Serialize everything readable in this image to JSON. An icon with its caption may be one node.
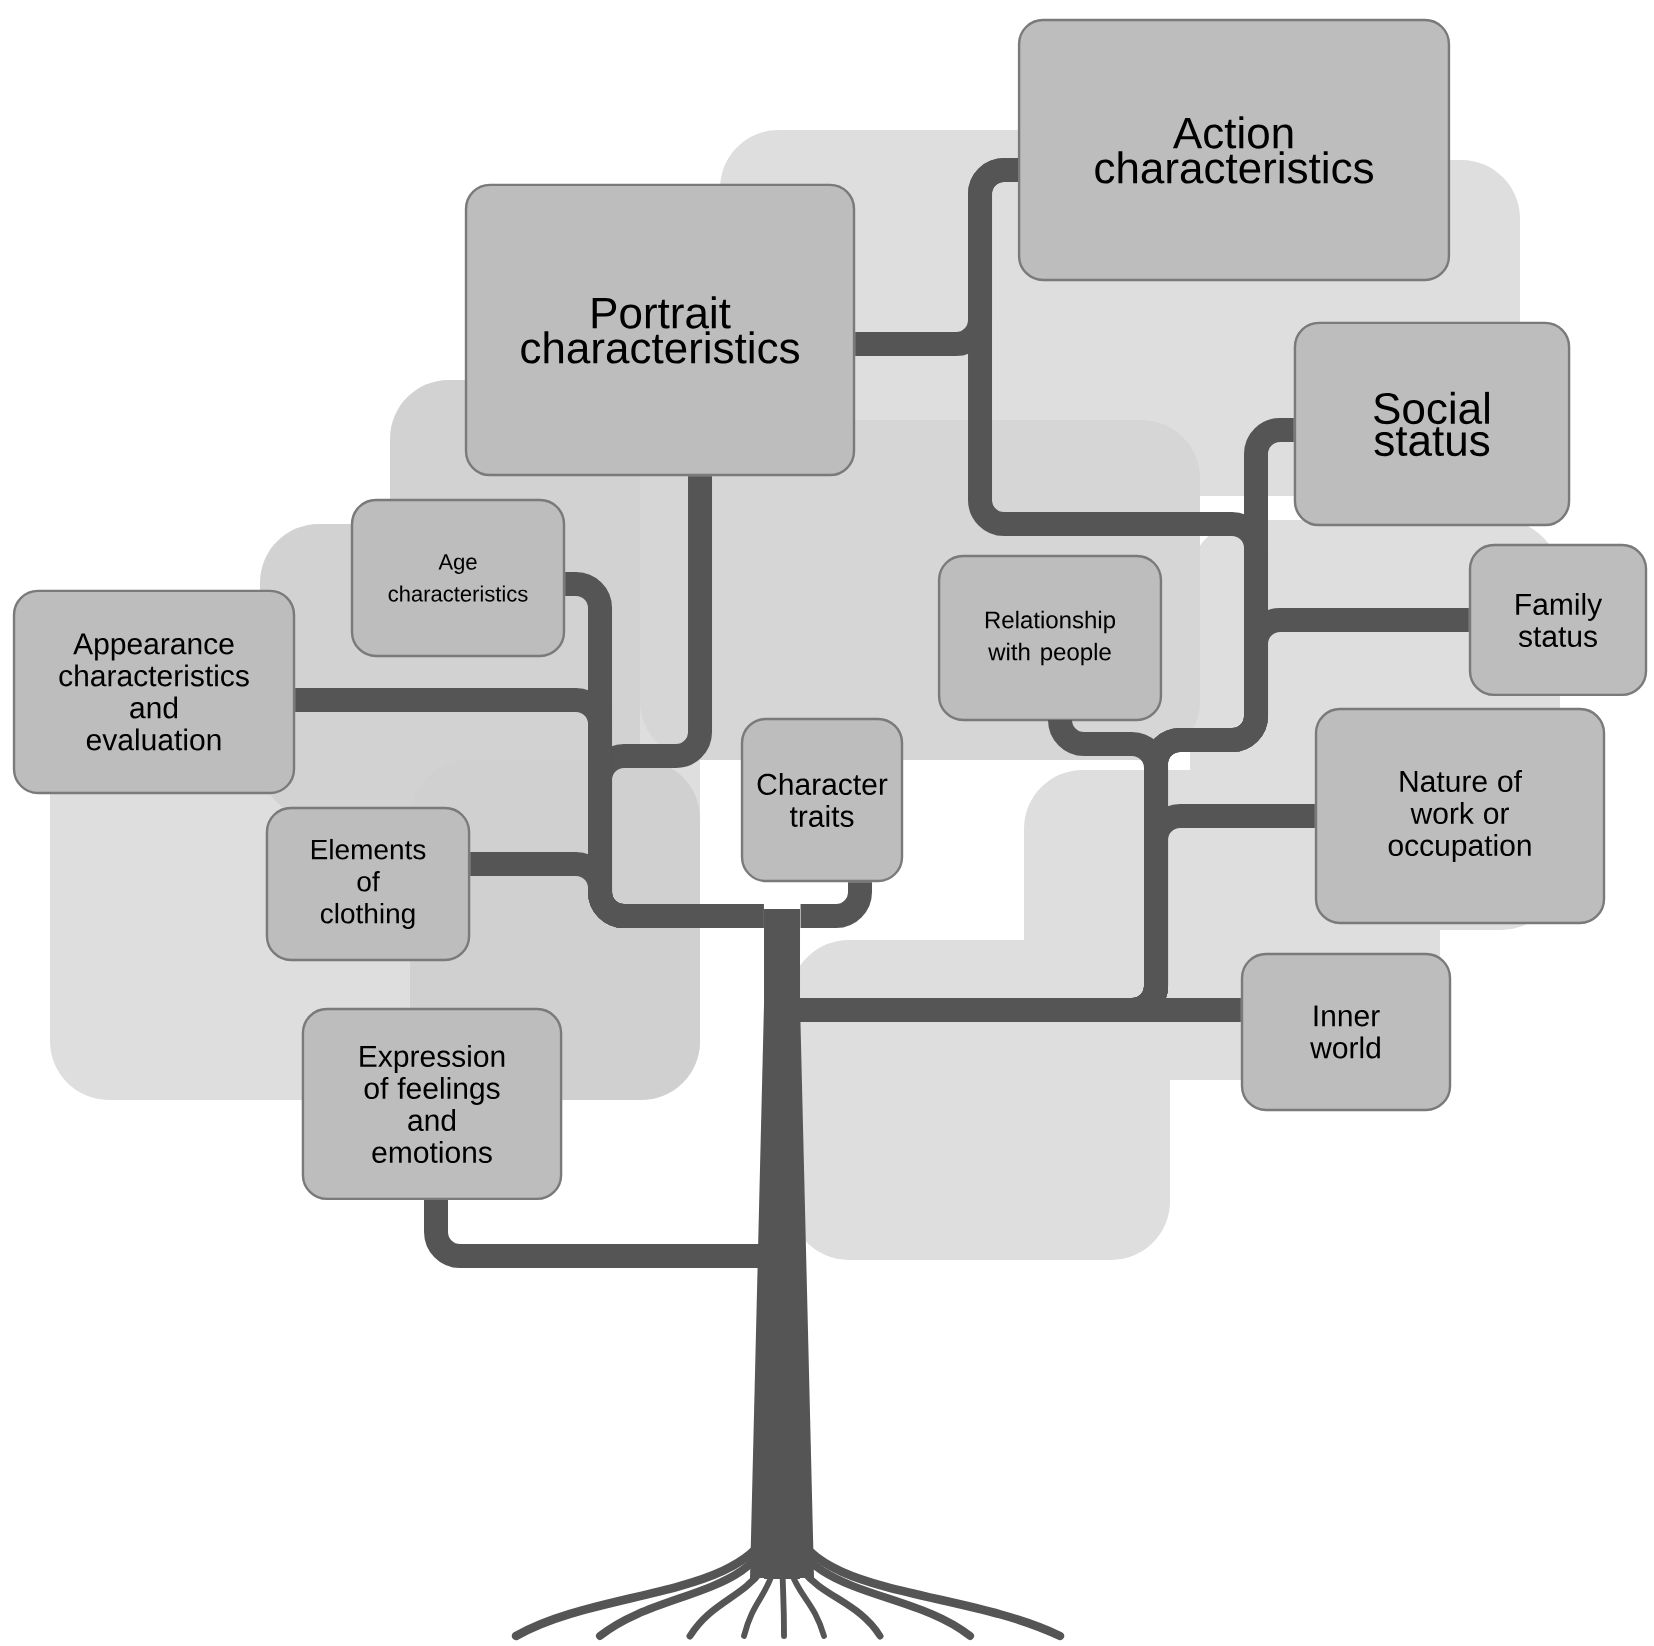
{
  "diagram": {
    "nodes": [
      {
        "text": [
          "Action characteristics"
        ]
      },
      {
        "text": [
          "Portrait characteristics"
        ]
      },
      {
        "text": [
          "Social status"
        ]
      },
      {
        "text": [
          "Age characteristics"
        ]
      },
      {
        "text": [
          "Relationship with people"
        ]
      },
      {
        "text": [
          "Family status"
        ]
      },
      {
        "text": [
          "Appearance characteristics and evaluation"
        ]
      },
      {
        "text": [
          "Character traits"
        ]
      },
      {
        "text": [
          "Nature of work or occupation"
        ]
      },
      {
        "text": [
          "Elements of clothing"
        ]
      },
      {
        "text": [
          "Expression of feelings and emotions"
        ]
      },
      {
        "text": [
          "Inner world"
        ]
      },
      {
        "text": [],
        "shape": "trunk"
      }
    ],
    "edges": [
      {
        "from": 1,
        "to": 0,
        "arrow": "none"
      },
      {
        "from": 0,
        "to": 12,
        "arrow": "none"
      },
      {
        "from": 2,
        "to": 12,
        "arrow": "none"
      },
      {
        "from": 5,
        "to": 12,
        "arrow": "none"
      },
      {
        "from": 4,
        "to": 12,
        "arrow": "none"
      },
      {
        "from": 8,
        "to": 12,
        "arrow": "none"
      },
      {
        "from": 11,
        "to": 12,
        "arrow": "none"
      },
      {
        "from": 1,
        "to": 12,
        "arrow": "none"
      },
      {
        "from": 3,
        "to": 12,
        "arrow": "none"
      },
      {
        "from": 6,
        "to": 12,
        "arrow": "none"
      },
      {
        "from": 9,
        "to": 12,
        "arrow": "none"
      },
      {
        "from": 7,
        "to": 12,
        "arrow": "none"
      },
      {
        "from": 10,
        "to": 12,
        "arrow": "none"
      }
    ]
  }
}
